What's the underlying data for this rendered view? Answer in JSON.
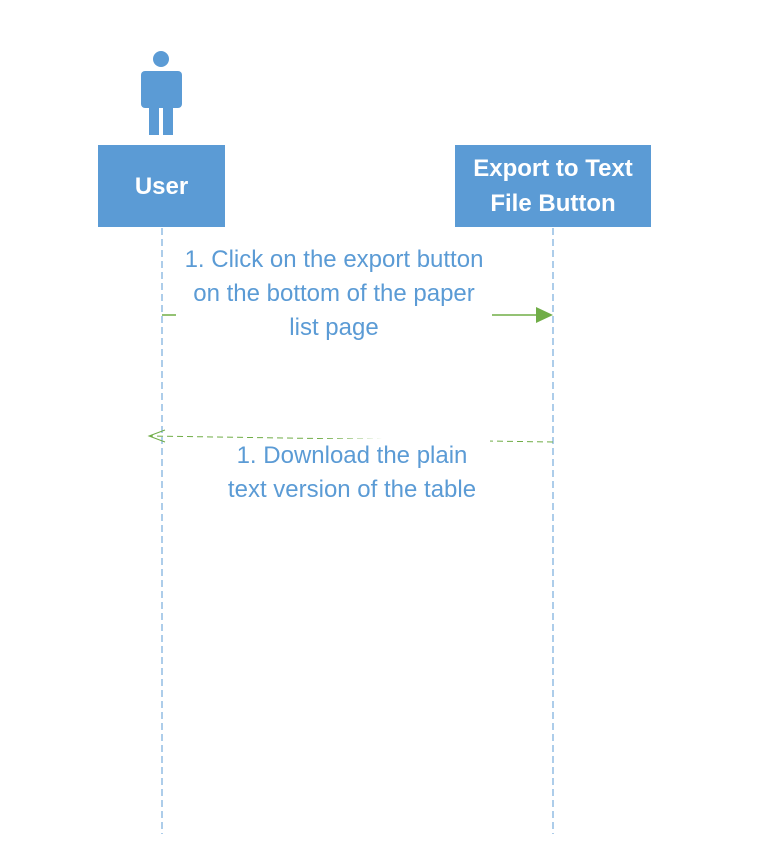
{
  "actors": [
    {
      "id": "user",
      "label": "User",
      "has_person_icon": true
    },
    {
      "id": "export",
      "label": "Export to Text File Button"
    }
  ],
  "messages": [
    {
      "from": "user",
      "to": "export",
      "style": "solid",
      "label": "1. Click on the export button on the bottom of the paper list page"
    },
    {
      "from": "export",
      "to": "user",
      "style": "dashed",
      "label": "1. Download the plain text version of the table"
    }
  ],
  "colors": {
    "actor_fill": "#5b9bd5",
    "actor_text": "#ffffff",
    "label_text": "#5b9bd5",
    "lifeline": "#5b9bd5",
    "message_arrow": "#70ad47"
  },
  "icons": {
    "actor_icon": "person-icon"
  }
}
